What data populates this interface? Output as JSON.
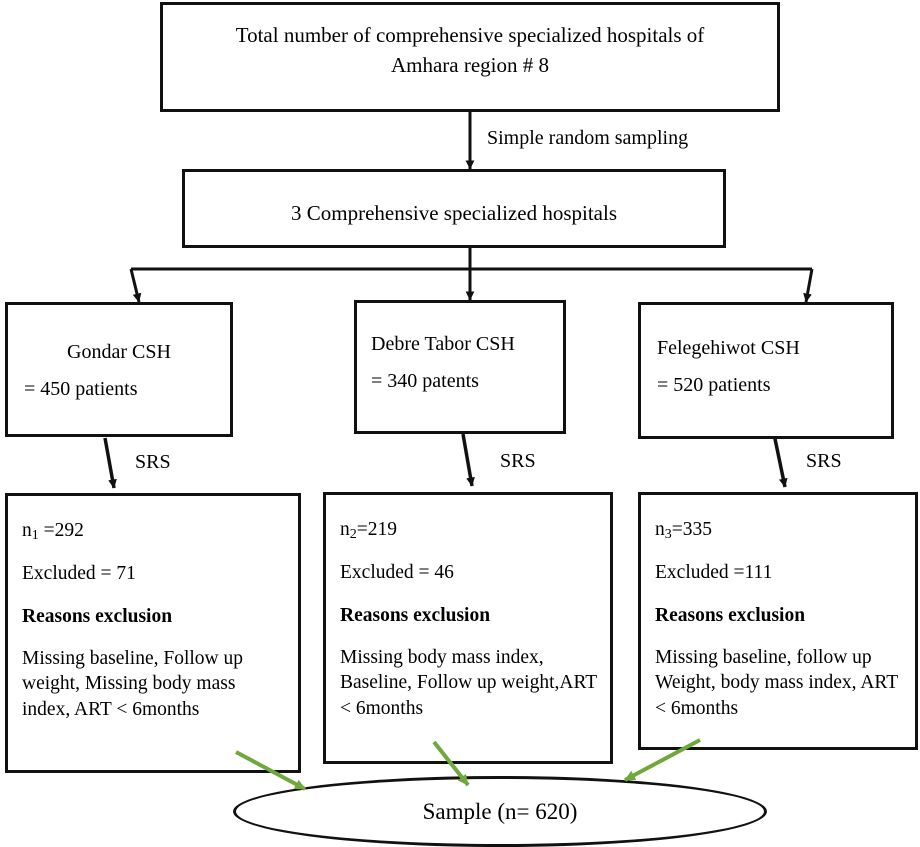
{
  "diagram": {
    "title": "Study sampling flow diagram",
    "colors": {
      "stroke": "#111111",
      "arrow_green": "#6FA83C",
      "background": "#ffffff"
    },
    "top_box": {
      "line1": "Total number of comprehensive specialized hospitals of",
      "line2": "Amhara region # 8"
    },
    "edge_label_sampling": "Simple random sampling",
    "second_box": {
      "text": "3 Comprehensive specialized hospitals"
    },
    "hospitals": [
      {
        "name": "Gondar CSH",
        "count": "= 450 patients",
        "srs_label": "SRS"
      },
      {
        "name": "Debre Tabor CSH",
        "count": "= 340 patents",
        "srs_label": "SRS"
      },
      {
        "name": "Felegehiwot CSH",
        "count": "= 520 patients",
        "srs_label": "SRS"
      }
    ],
    "exclusions": [
      {
        "n_label": "n",
        "n_sub": "1",
        "n_value": " =292",
        "excluded": "Excluded = 71",
        "reasons_heading": "Reasons exclusion",
        "reasons": "Missing baseline, Follow up weight, Missing body mass index, ART < 6months"
      },
      {
        "n_label": "n",
        "n_sub": "2",
        "n_value": "=219",
        "excluded": "Excluded = 46",
        "reasons_heading": "Reasons exclusion",
        "reasons": "Missing body mass index, Baseline, Follow up weight,ART < 6months"
      },
      {
        "n_label": "n",
        "n_sub": "3",
        "n_value": "=335",
        "excluded": "Excluded =111",
        "reasons_heading": "Reasons exclusion",
        "reasons": "Missing baseline, follow up Weight, body mass index, ART < 6months"
      }
    ],
    "final": {
      "text": "Sample (n= 620)"
    }
  }
}
